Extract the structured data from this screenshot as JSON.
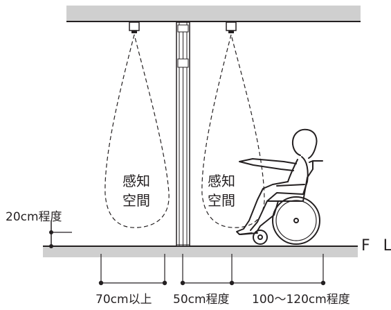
{
  "labels": {
    "sensing_zone_left_line1": "感知",
    "sensing_zone_left_line2": "空間",
    "sensing_zone_right_line1": "感知",
    "sensing_zone_right_line2": "空間",
    "height_label": "20cm程度",
    "floor_label": "F L",
    "dimension_1": "70cm以上",
    "dimension_2": "50cm程度",
    "dimension_3": "100～120cm程度"
  },
  "colors": {
    "ceiling": "#cfcfcf",
    "floor": "#cfcfcf",
    "outline": "#231f20",
    "door_fill": "#ffffff"
  },
  "icons": {
    "sensor": "ceiling-sensor-icon",
    "person": "wheelchair-user-icon"
  }
}
